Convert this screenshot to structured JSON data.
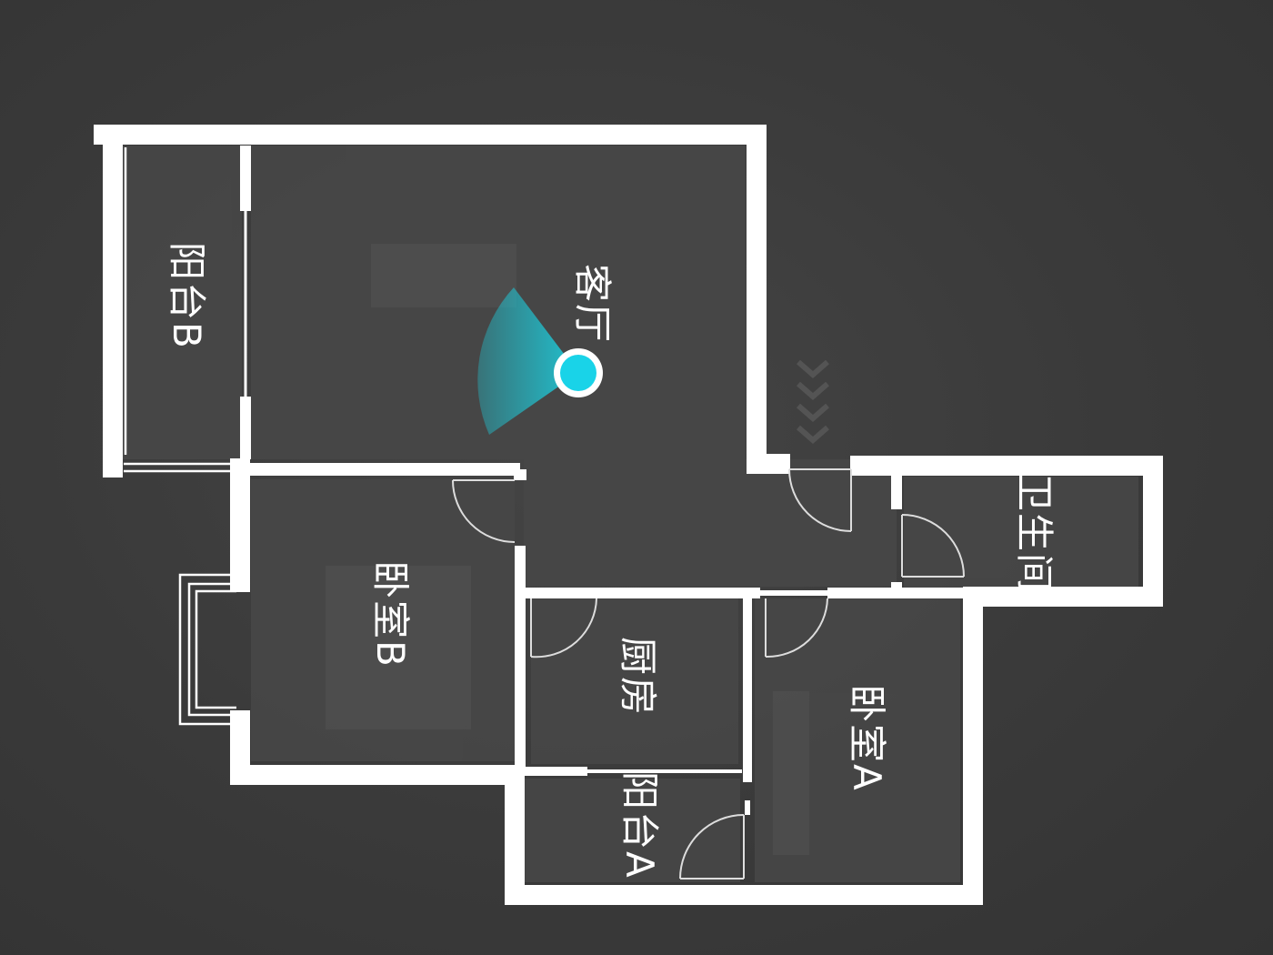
{
  "floor_plan": {
    "rooms": {
      "living_room": "客厅",
      "balcony_b": "阳台B",
      "bedroom_b": "卧室B",
      "kitchen": "厨房",
      "bathroom": "卫生间",
      "bedroom_a": "卧室A",
      "balcony_a": "阳台A"
    },
    "viewer": {
      "room": "客厅",
      "marker_color": "#19d3e8",
      "cone_color": "#1fc7d6"
    },
    "colors": {
      "wall": "#ffffff",
      "background": "#3a3a3a",
      "room_fill": "#454545"
    }
  }
}
